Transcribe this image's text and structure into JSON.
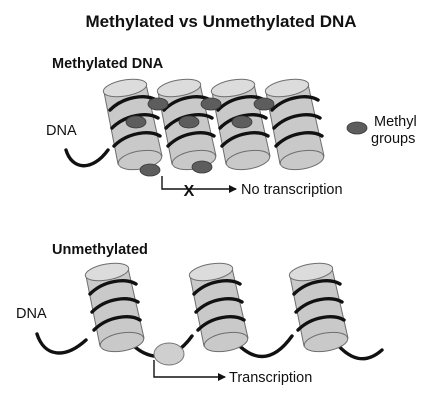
{
  "title": "Methylated vs Unmethylated DNA",
  "top_panel": {
    "heading": "Methylated DNA",
    "dna_label": "DNA",
    "legend_label_line1": "Methyl",
    "legend_label_line2": "groups",
    "block_mark": "X",
    "outcome": "No transcription"
  },
  "bottom_panel": {
    "heading": "Unmethylated",
    "dna_label": "DNA",
    "outcome": "Transcription"
  },
  "colors": {
    "histone": "#c9c9c9",
    "methyl_group": "#5d5d5d",
    "dna_strand": "#111111"
  }
}
